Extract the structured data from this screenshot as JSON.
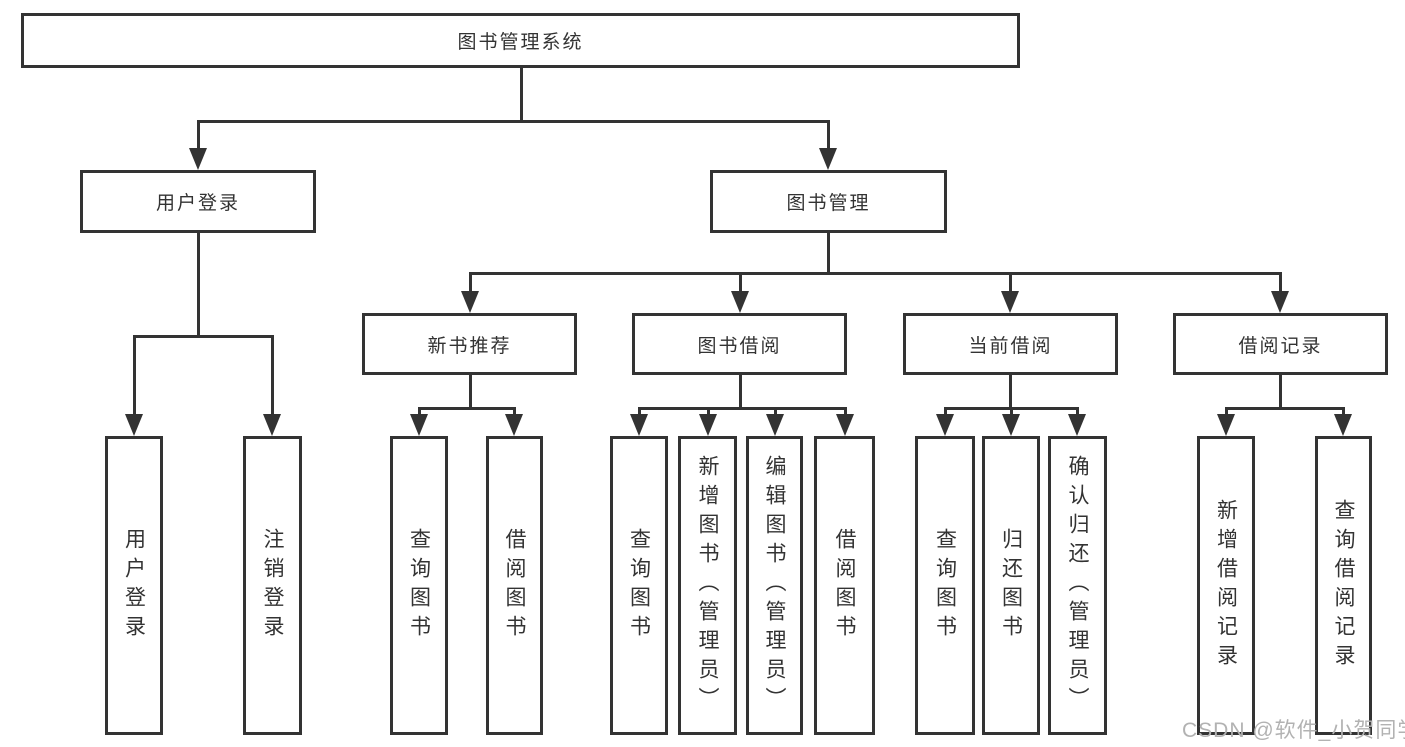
{
  "diagram": {
    "nodes": [
      {
        "id": "root",
        "label": "图书管理系统"
      },
      {
        "id": "user-login",
        "label": "用户登录"
      },
      {
        "id": "book-management",
        "label": "图书管理"
      },
      {
        "id": "user-login-leaf",
        "label": "用户登录"
      },
      {
        "id": "logout-leaf",
        "label": "注销登录"
      },
      {
        "id": "new-book-recommend",
        "label": "新书推荐"
      },
      {
        "id": "book-borrowing",
        "label": "图书借阅"
      },
      {
        "id": "current-borrowing",
        "label": "当前借阅"
      },
      {
        "id": "borrowing-records",
        "label": "借阅记录"
      },
      {
        "id": "nbr-query-books",
        "label": "查询图书"
      },
      {
        "id": "nbr-borrow-books",
        "label": "借阅图书"
      },
      {
        "id": "bb-query-books",
        "label": "查询图书"
      },
      {
        "id": "bb-add-books-admin",
        "label": "新增图书（管理员）"
      },
      {
        "id": "bb-edit-books-admin",
        "label": "编辑图书（管理员）"
      },
      {
        "id": "bb-borrow-books",
        "label": "借阅图书"
      },
      {
        "id": "cb-query-books",
        "label": "查询图书"
      },
      {
        "id": "cb-return-books",
        "label": "归还图书"
      },
      {
        "id": "cb-confirm-return-admin",
        "label": "确认归还（管理员）"
      },
      {
        "id": "br-add-record",
        "label": "新增借阅记录"
      },
      {
        "id": "br-query-record",
        "label": "查询借阅记录"
      }
    ]
  },
  "watermark": {
    "text": "CSDN @软件_小贺同学"
  },
  "colors": {
    "line": "#333333",
    "text": "#333333",
    "box_background": "#ffffff",
    "background": "#ffffff",
    "watermark": "#b2b2b2"
  }
}
